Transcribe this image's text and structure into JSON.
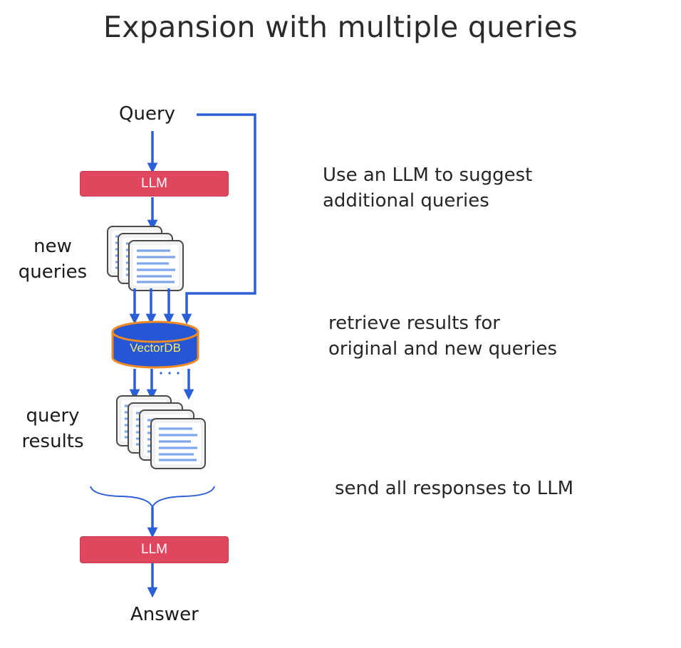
{
  "title": "Expansion with multiple queries",
  "nodes": {
    "query": "Query",
    "llm_top": "LLM",
    "vectordb": "VectorDB",
    "llm_bottom": "LLM",
    "answer": "Answer"
  },
  "side_labels": {
    "new_queries_1": "new",
    "new_queries_2": "queries",
    "query_results_1": "query",
    "query_results_2": "results"
  },
  "descriptions": {
    "step1_line1": "Use an LLM to suggest",
    "step1_line2": "additional queries",
    "step2_line1": "retrieve results for",
    "step2_line2": "original and new queries",
    "step3_line1": "send all responses to LLM"
  },
  "colors": {
    "arrow": "#2a5fd8",
    "llm_box": "#e0475e",
    "vectordb_fill": "#2456d6",
    "vectordb_border": "#f08a24",
    "vectordb_text": "#f5e96a",
    "doc_line": "#7ea6e8"
  },
  "icons": [
    "document-stack-icon",
    "database-cylinder-icon",
    "brace-icon",
    "arrow-down-icon"
  ]
}
